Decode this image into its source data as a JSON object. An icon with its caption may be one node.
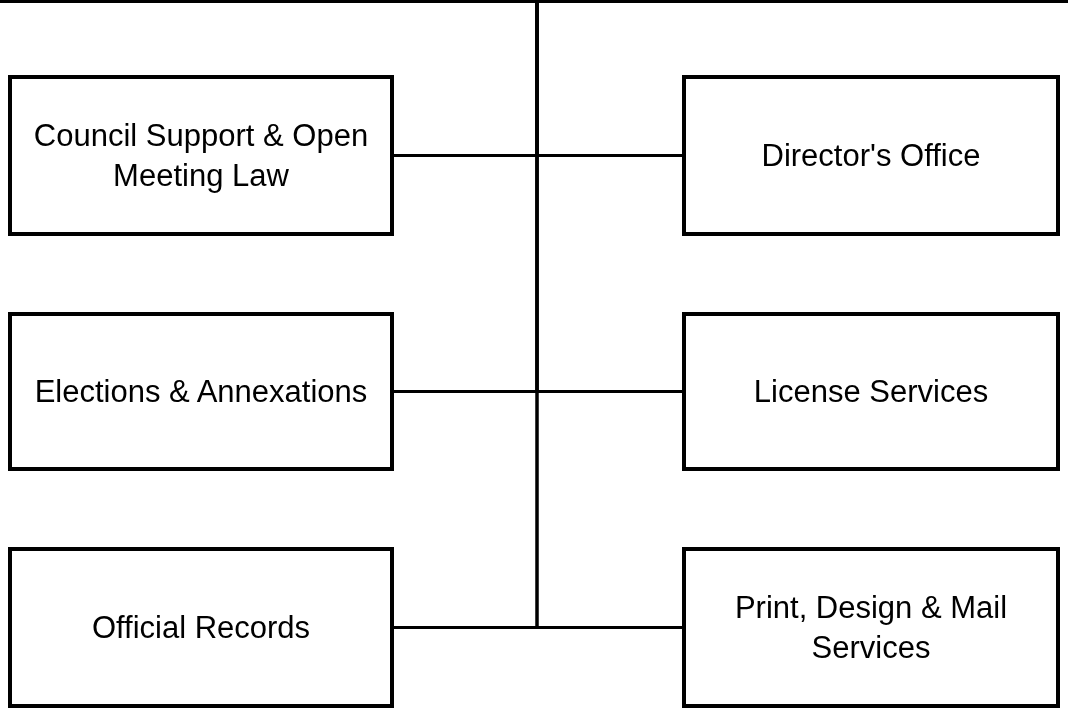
{
  "diagram": {
    "nodes": [
      {
        "text": [
          "Council Support & Open Meeting Law"
        ]
      },
      {
        "text": [
          "Director's Office"
        ]
      },
      {
        "text": [
          "Elections & Annexations"
        ]
      },
      {
        "text": [
          "License Services"
        ]
      },
      {
        "text": [
          "Official Records"
        ]
      },
      {
        "text": [
          "Print, Design & Mail Services"
        ]
      }
    ],
    "edges": [
      {
        "from": null,
        "to": 0,
        "arrow": "none"
      },
      {
        "from": null,
        "to": 1,
        "arrow": "none"
      },
      {
        "from": null,
        "to": 2,
        "arrow": "none"
      },
      {
        "from": null,
        "to": 3,
        "arrow": "none"
      },
      {
        "from": null,
        "to": 4,
        "arrow": "none"
      },
      {
        "from": null,
        "to": 5,
        "arrow": "none"
      }
    ]
  }
}
